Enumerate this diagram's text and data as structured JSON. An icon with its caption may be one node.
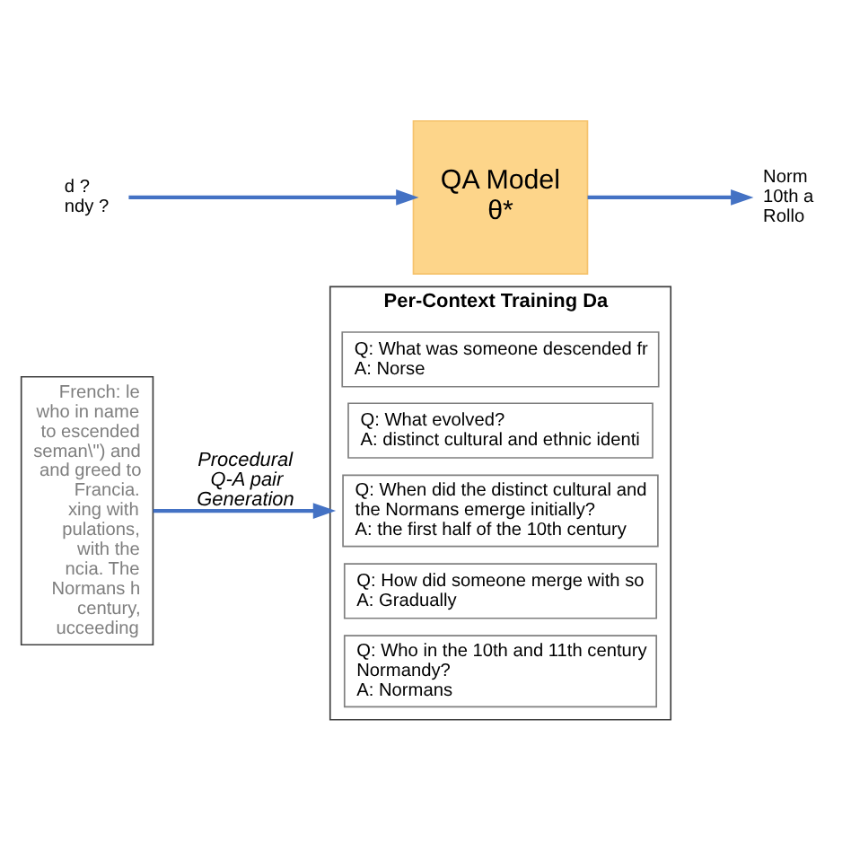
{
  "diagram": {
    "nodes": [
      {
        "text": [
          "French: le who in name to escended seman\\\") and and greed to Francia. xing with pulations, with the ncia. The Normans h century, ucceeding"
        ]
      },
      {
        "text": [
          "Per-Context Training Da"
        ]
      },
      {
        "text": [
          "Q: What was someone descended fr",
          "A: Norse"
        ],
        "in": 1
      },
      {
        "text": [
          "Q: What evolved?",
          "A: distinct cultural and ethnic identi"
        ],
        "in": 1
      },
      {
        "text": [
          "Q: When did the distinct cultural and the Normans emerge initially?",
          "A: the first half of the 10th century"
        ],
        "in": 1
      },
      {
        "text": [
          "Q: How did someone merge with so",
          "A: Gradually"
        ],
        "in": 1
      },
      {
        "text": [
          "Q: Who in the 10th and 11th century Normandy?",
          "A: Normans"
        ],
        "in": 1
      },
      {
        "text": [
          "d ?",
          "ndy ?"
        ]
      },
      {
        "text": [
          "QA Model θ*"
        ]
      },
      {
        "text": [
          "Norm",
          "10th a",
          "Rollo"
        ]
      }
    ],
    "edges": [
      {
        "from": 0,
        "to": 1,
        "arrow": "to",
        "label": "Procedural Q-A pair Generation"
      },
      {
        "from": 7,
        "to": 8,
        "arrow": "to"
      },
      {
        "from": 8,
        "to": 9,
        "arrow": "to"
      }
    ]
  }
}
